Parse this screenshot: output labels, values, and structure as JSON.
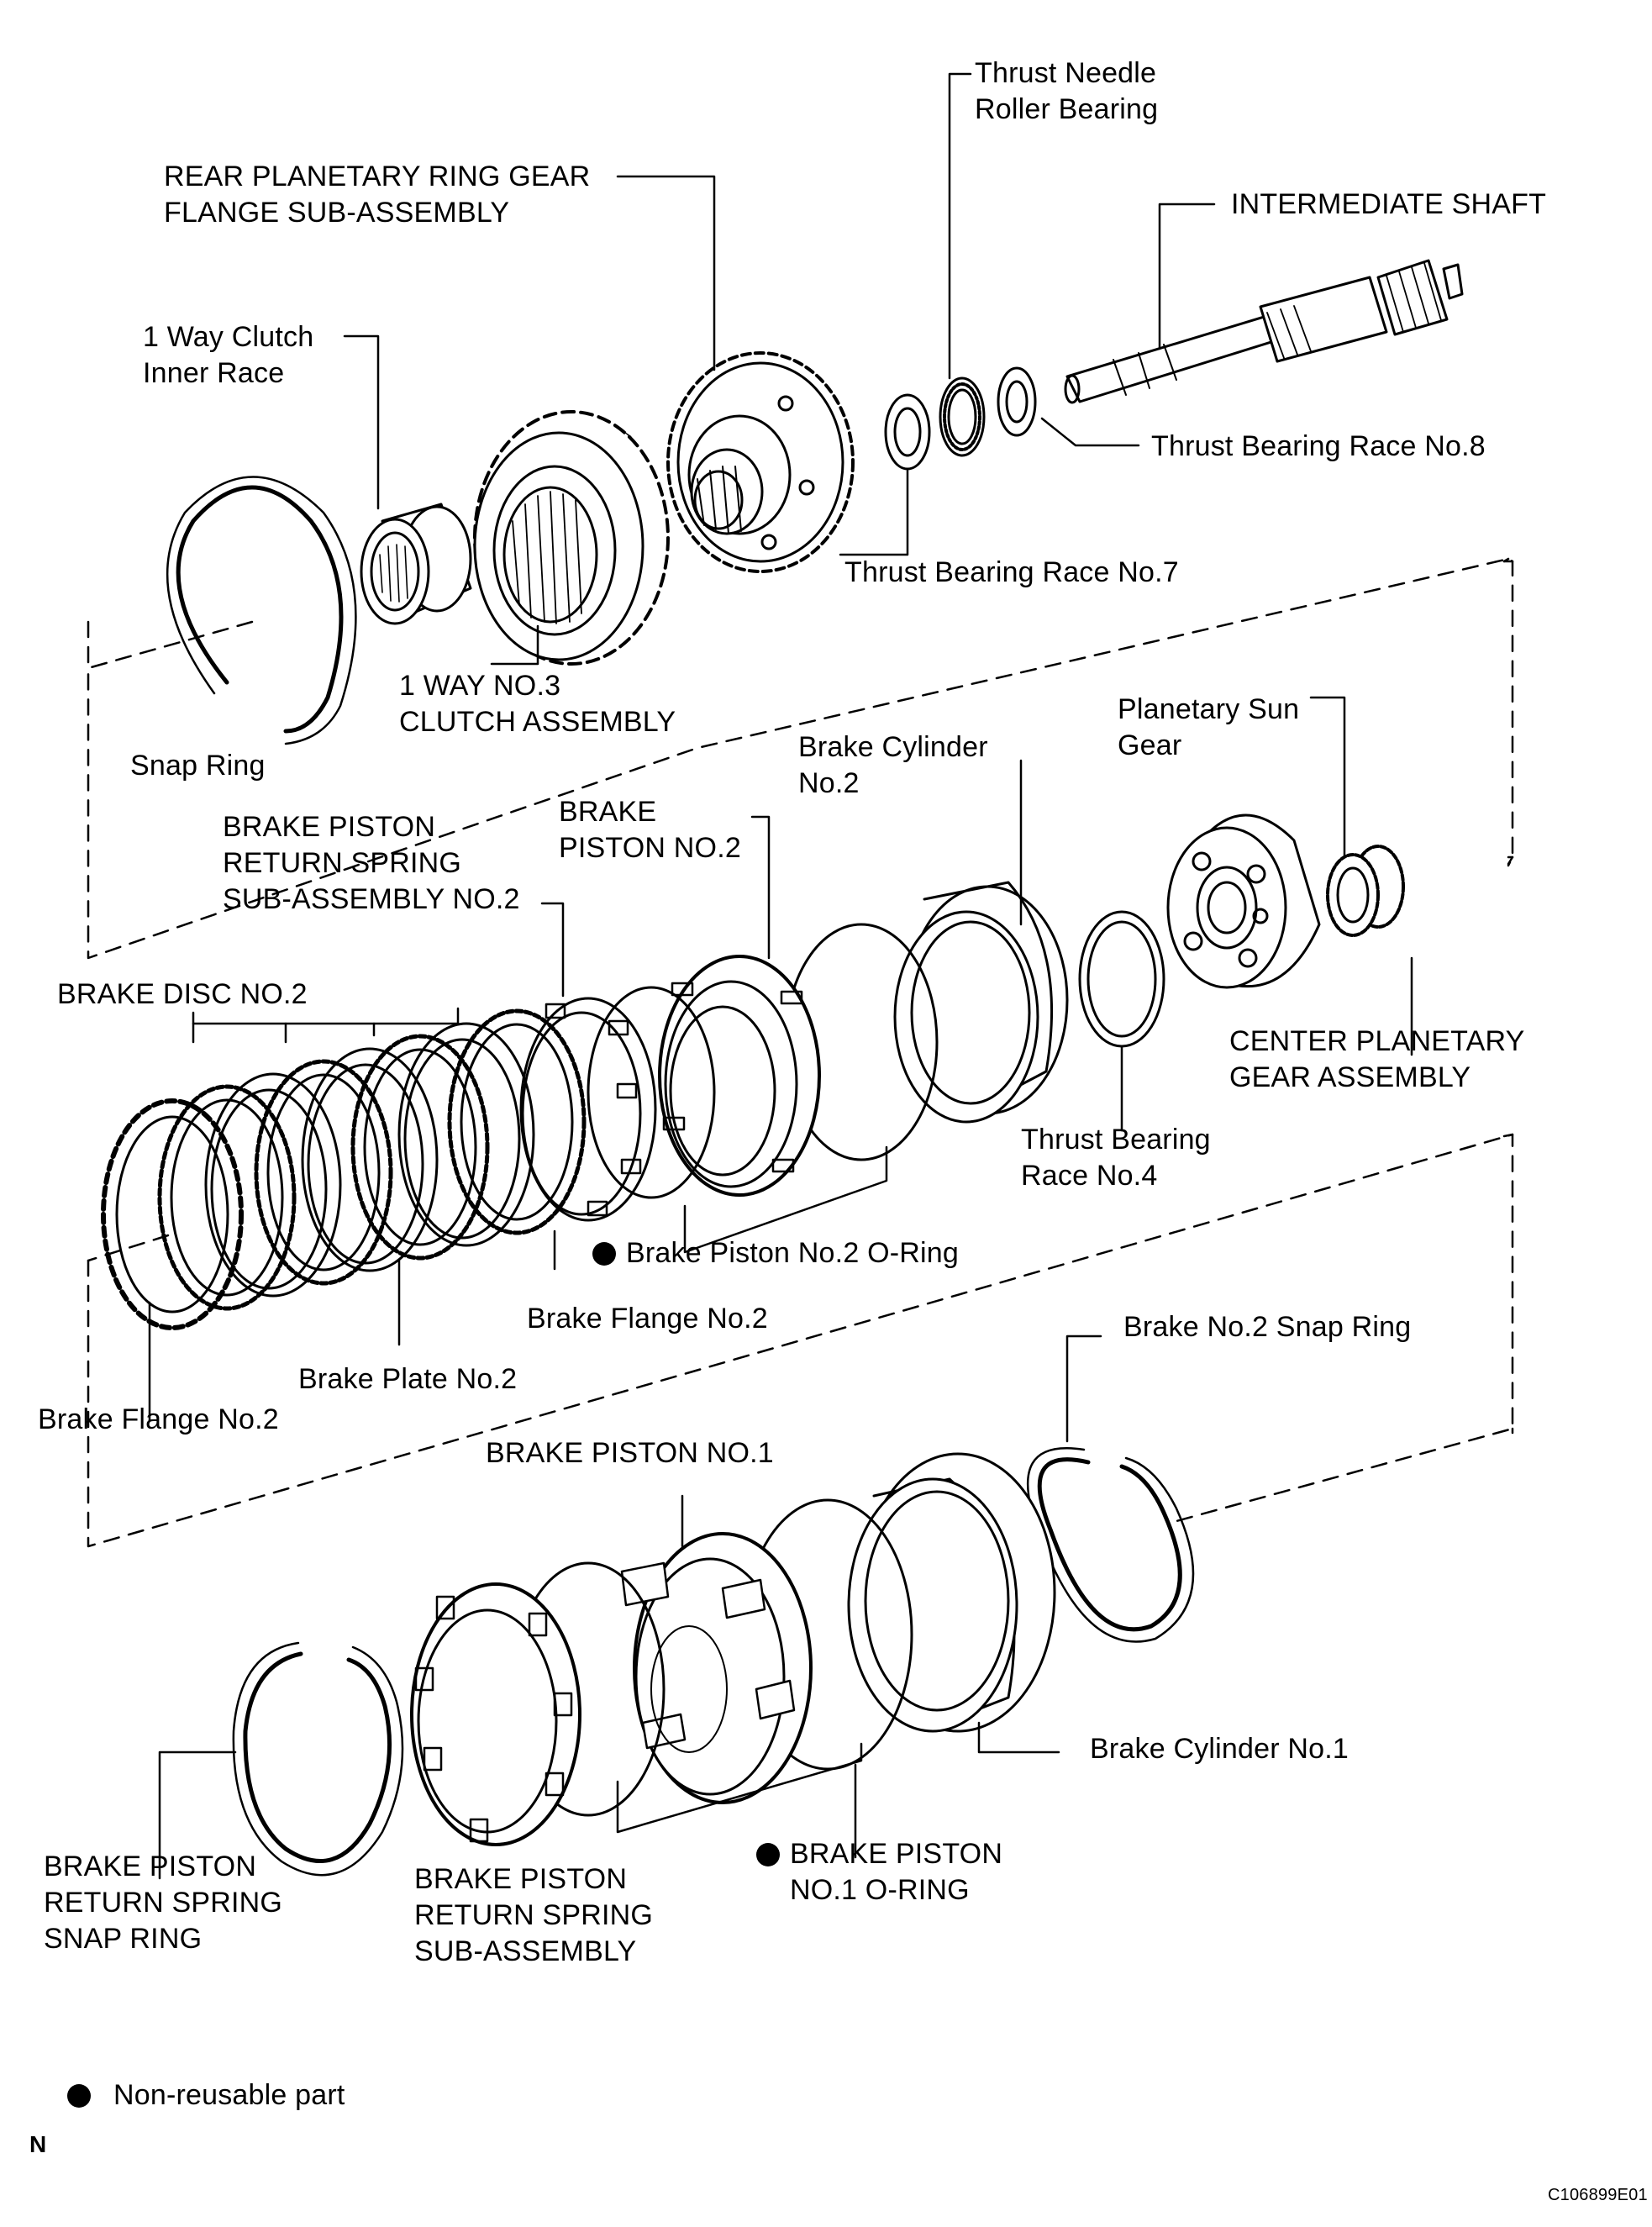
{
  "labels": {
    "thrust_needle_roller_bearing": [
      "Thrust Needle",
      "Roller Bearing"
    ],
    "rear_planetary_ring_gear_flange": [
      "REAR PLANETARY RING GEAR",
      "FLANGE SUB-ASSEMBLY"
    ],
    "intermediate_shaft": [
      "INTERMEDIATE SHAFT"
    ],
    "one_way_clutch_inner_race": [
      "1 Way Clutch",
      "Inner Race"
    ],
    "thrust_bearing_race_no8": [
      "Thrust Bearing Race No.8"
    ],
    "thrust_bearing_race_no7": [
      "Thrust Bearing Race No.7"
    ],
    "one_way_no3_clutch_assembly": [
      "1 WAY NO.3",
      "CLUTCH ASSEMBLY"
    ],
    "snap_ring": [
      "Snap Ring"
    ],
    "brake_cylinder_no2": [
      "Brake Cylinder",
      "No.2"
    ],
    "planetary_sun_gear": [
      "Planetary Sun",
      "Gear"
    ],
    "brake_piston_no2": [
      "BRAKE",
      "PISTON NO.2"
    ],
    "brake_piston_return_spring_sub_assembly_no2": [
      "BRAKE PISTON",
      "RETURN SPRING",
      "SUB-ASSEMBLY NO.2"
    ],
    "brake_disc_no2": [
      "BRAKE DISC NO.2"
    ],
    "center_planetary_gear_assembly": [
      "CENTER PLANETARY",
      "GEAR ASSEMBLY"
    ],
    "thrust_bearing_race_no4": [
      "Thrust Bearing",
      "Race No.4"
    ],
    "brake_piston_no2_o_ring": [
      "Brake Piston No.2 O-Ring"
    ],
    "brake_flange_no2_upper": [
      "Brake Flange No.2"
    ],
    "brake_no2_snap_ring": [
      "Brake No.2 Snap Ring"
    ],
    "brake_plate_no2": [
      "Brake Plate No.2"
    ],
    "brake_flange_no2_lower": [
      "Brake Flange No.2"
    ],
    "brake_piston_no1": [
      "BRAKE PISTON NO.1"
    ],
    "brake_cylinder_no1": [
      "Brake Cylinder No.1"
    ],
    "brake_piston_return_spring_snap_ring": [
      "BRAKE PISTON",
      "RETURN SPRING",
      "SNAP RING"
    ],
    "brake_piston_return_spring_sub_assembly": [
      "BRAKE PISTON",
      "RETURN SPRING",
      "SUB-ASSEMBLY"
    ],
    "brake_piston_no1_o_ring": [
      "BRAKE PISTON",
      "NO.1 O-RING"
    ]
  },
  "legend": {
    "non_reusable": "Non-reusable part"
  },
  "north_mark": "N",
  "figure_code": "C106899E01",
  "colors": {
    "ink": "#000000",
    "paper": "#ffffff"
  }
}
